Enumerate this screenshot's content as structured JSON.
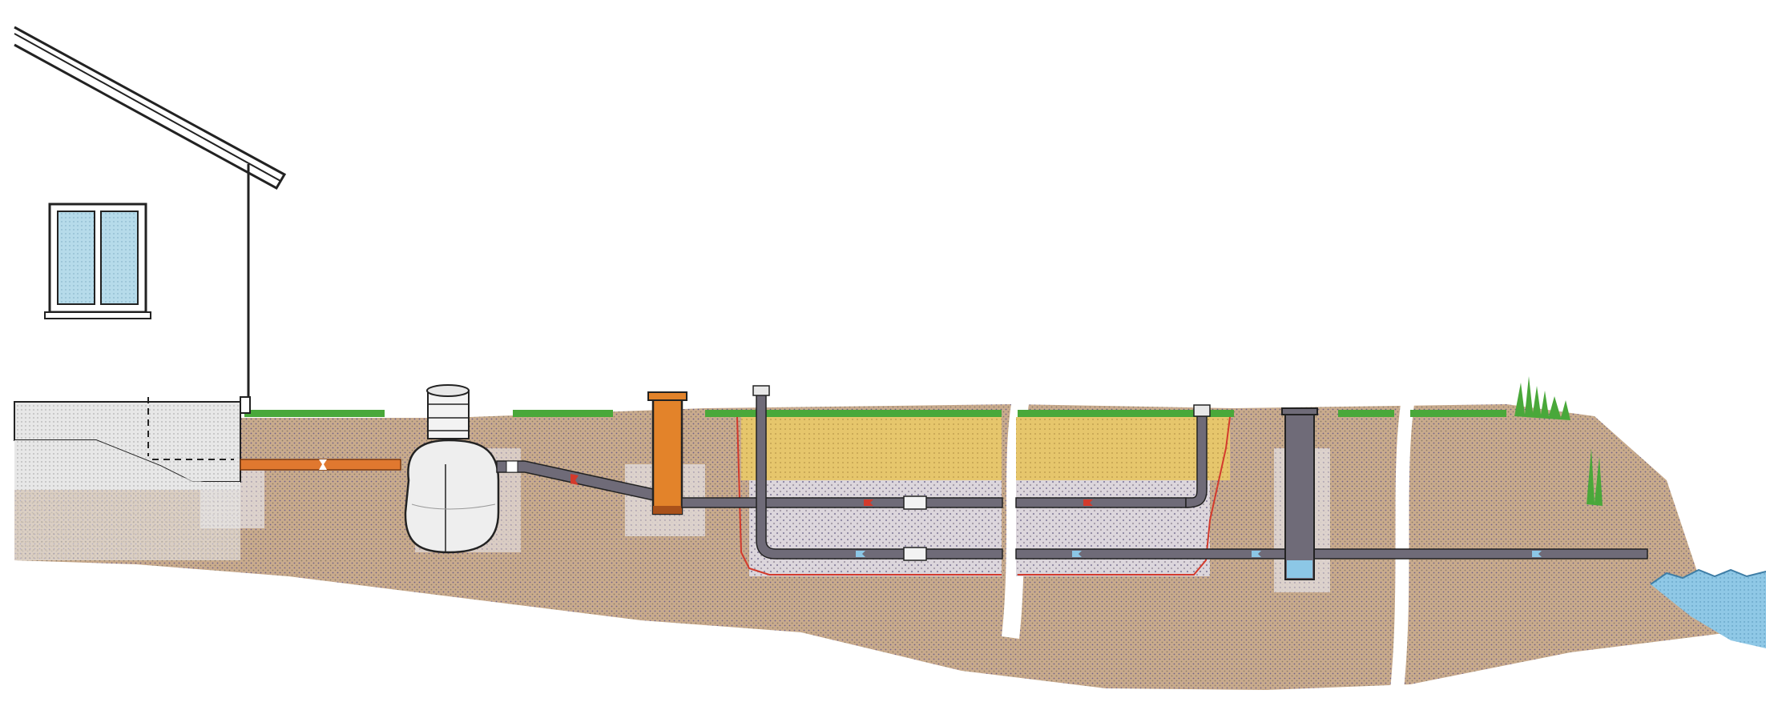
{
  "diagram": {
    "components": [
      {
        "id": "house",
        "label": ""
      },
      {
        "id": "foundation",
        "label": ""
      },
      {
        "id": "inlet-pipe",
        "label": ""
      },
      {
        "id": "septic-tank",
        "label": ""
      },
      {
        "id": "distribution-well",
        "label": ""
      },
      {
        "id": "infiltration-bed",
        "label": ""
      },
      {
        "id": "vent-pipe-left",
        "label": ""
      },
      {
        "id": "vent-pipe-right",
        "label": ""
      },
      {
        "id": "sampling-well",
        "label": ""
      },
      {
        "id": "outlet-pipe",
        "label": ""
      },
      {
        "id": "watercourse",
        "label": ""
      }
    ],
    "colors": {
      "soil": "#c9a98a",
      "soil_dots": "#7a6a88",
      "grass": "#4caf3a",
      "sand_bed": "#e3c46a",
      "pipe_grey": "#6f6b78",
      "pipe_orange": "#e0782f",
      "well_orange": "#e3832a",
      "water": "#8cc7e6",
      "red_boundary": "#d33a2c",
      "wall": "#d8d8d8",
      "window_glass": "#a9d3e6",
      "line": "#222222"
    }
  }
}
